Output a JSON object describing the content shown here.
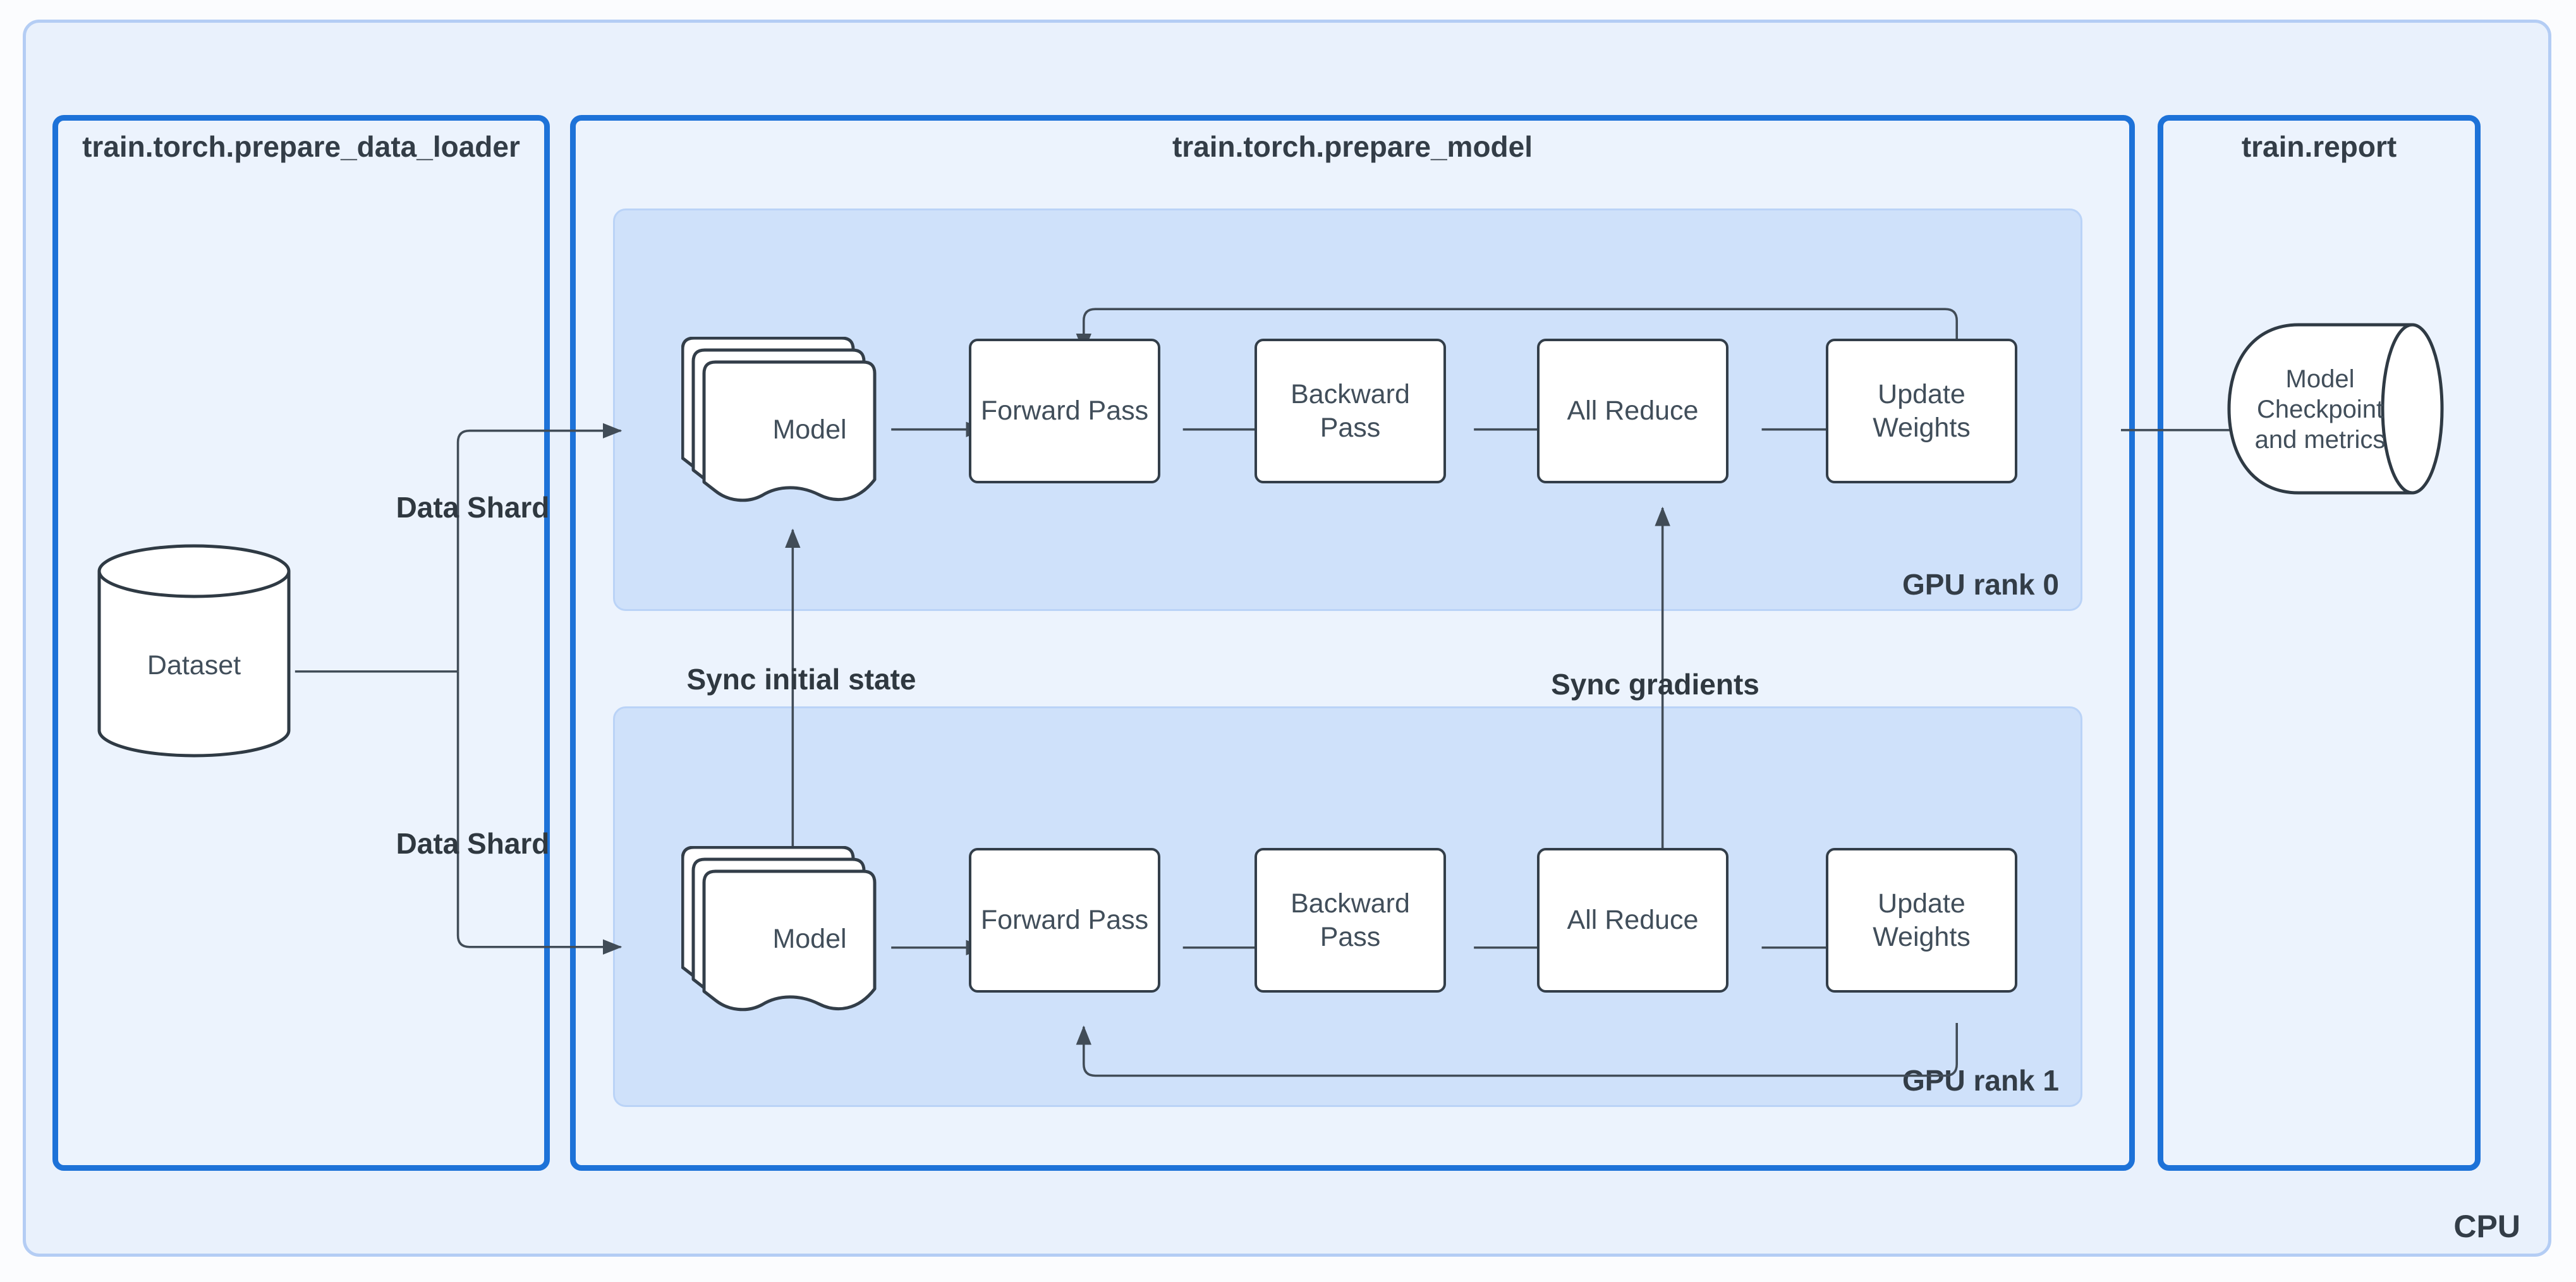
{
  "page": {
    "cpu_label": "CPU"
  },
  "sections": {
    "data_loader": {
      "title": "train.torch.prepare_data_loader",
      "dataset_label": "Dataset"
    },
    "prepare_model": {
      "title": "train.torch.prepare_model",
      "gpu_ranks": [
        {
          "label": "GPU rank 0",
          "model_label": "Model",
          "steps": [
            "Forward Pass",
            "Backward Pass",
            "All Reduce",
            "Update Weights"
          ]
        },
        {
          "label": "GPU rank 1",
          "model_label": "Model",
          "steps": [
            "Forward Pass",
            "Backward Pass",
            "All Reduce",
            "Update Weights"
          ]
        }
      ]
    },
    "report": {
      "title": "train.report",
      "checkpoint_label": "Model Checkpoint and metrics"
    }
  },
  "annotations": {
    "data_shard_top": "Data Shard",
    "data_shard_bottom": "Data Shard",
    "sync_initial_state": "Sync initial state",
    "sync_gradients": "Sync gradients"
  },
  "colors": {
    "section_border": "#1d72d8",
    "cpu_border": "#b4cdf4",
    "cpu_fill": "#e9f1fc",
    "section_fill": "#ecf3fd",
    "gpu_panel_fill": "#cfe1fa",
    "node_border": "#333e49",
    "connector": "#414c57",
    "title_text": "#333d47",
    "node_text": "#414e5a"
  }
}
